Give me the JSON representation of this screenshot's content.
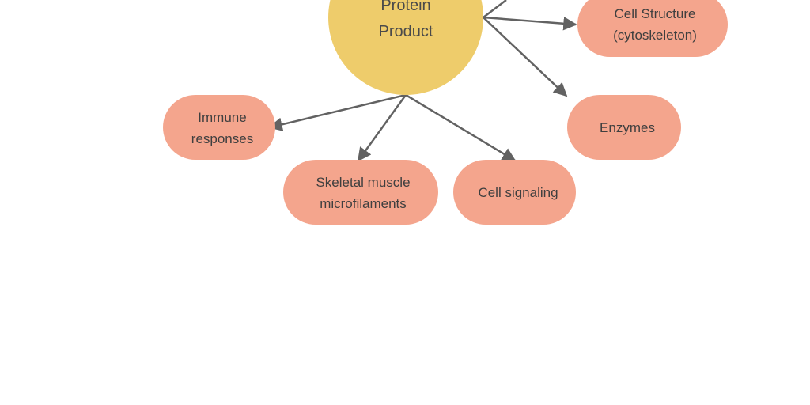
{
  "colors": {
    "center_fill": "#EECC6B",
    "node_fill": "#F4A58D",
    "arrow": "#626262",
    "text": "#3f3f3f",
    "background": "#ffffff"
  },
  "center": {
    "line1": "Protein",
    "line2": "Product"
  },
  "nodes": {
    "cell_structure": {
      "line1": "Cell Structure",
      "line2": "(cytoskeleton)"
    },
    "enzymes": {
      "line1": "Enzymes"
    },
    "immune": {
      "line1": "Immune",
      "line2": "responses"
    },
    "skeletal": {
      "line1": "Skeletal muscle",
      "line2": "microfilaments"
    },
    "signaling": {
      "line1": "Cell signaling"
    }
  }
}
